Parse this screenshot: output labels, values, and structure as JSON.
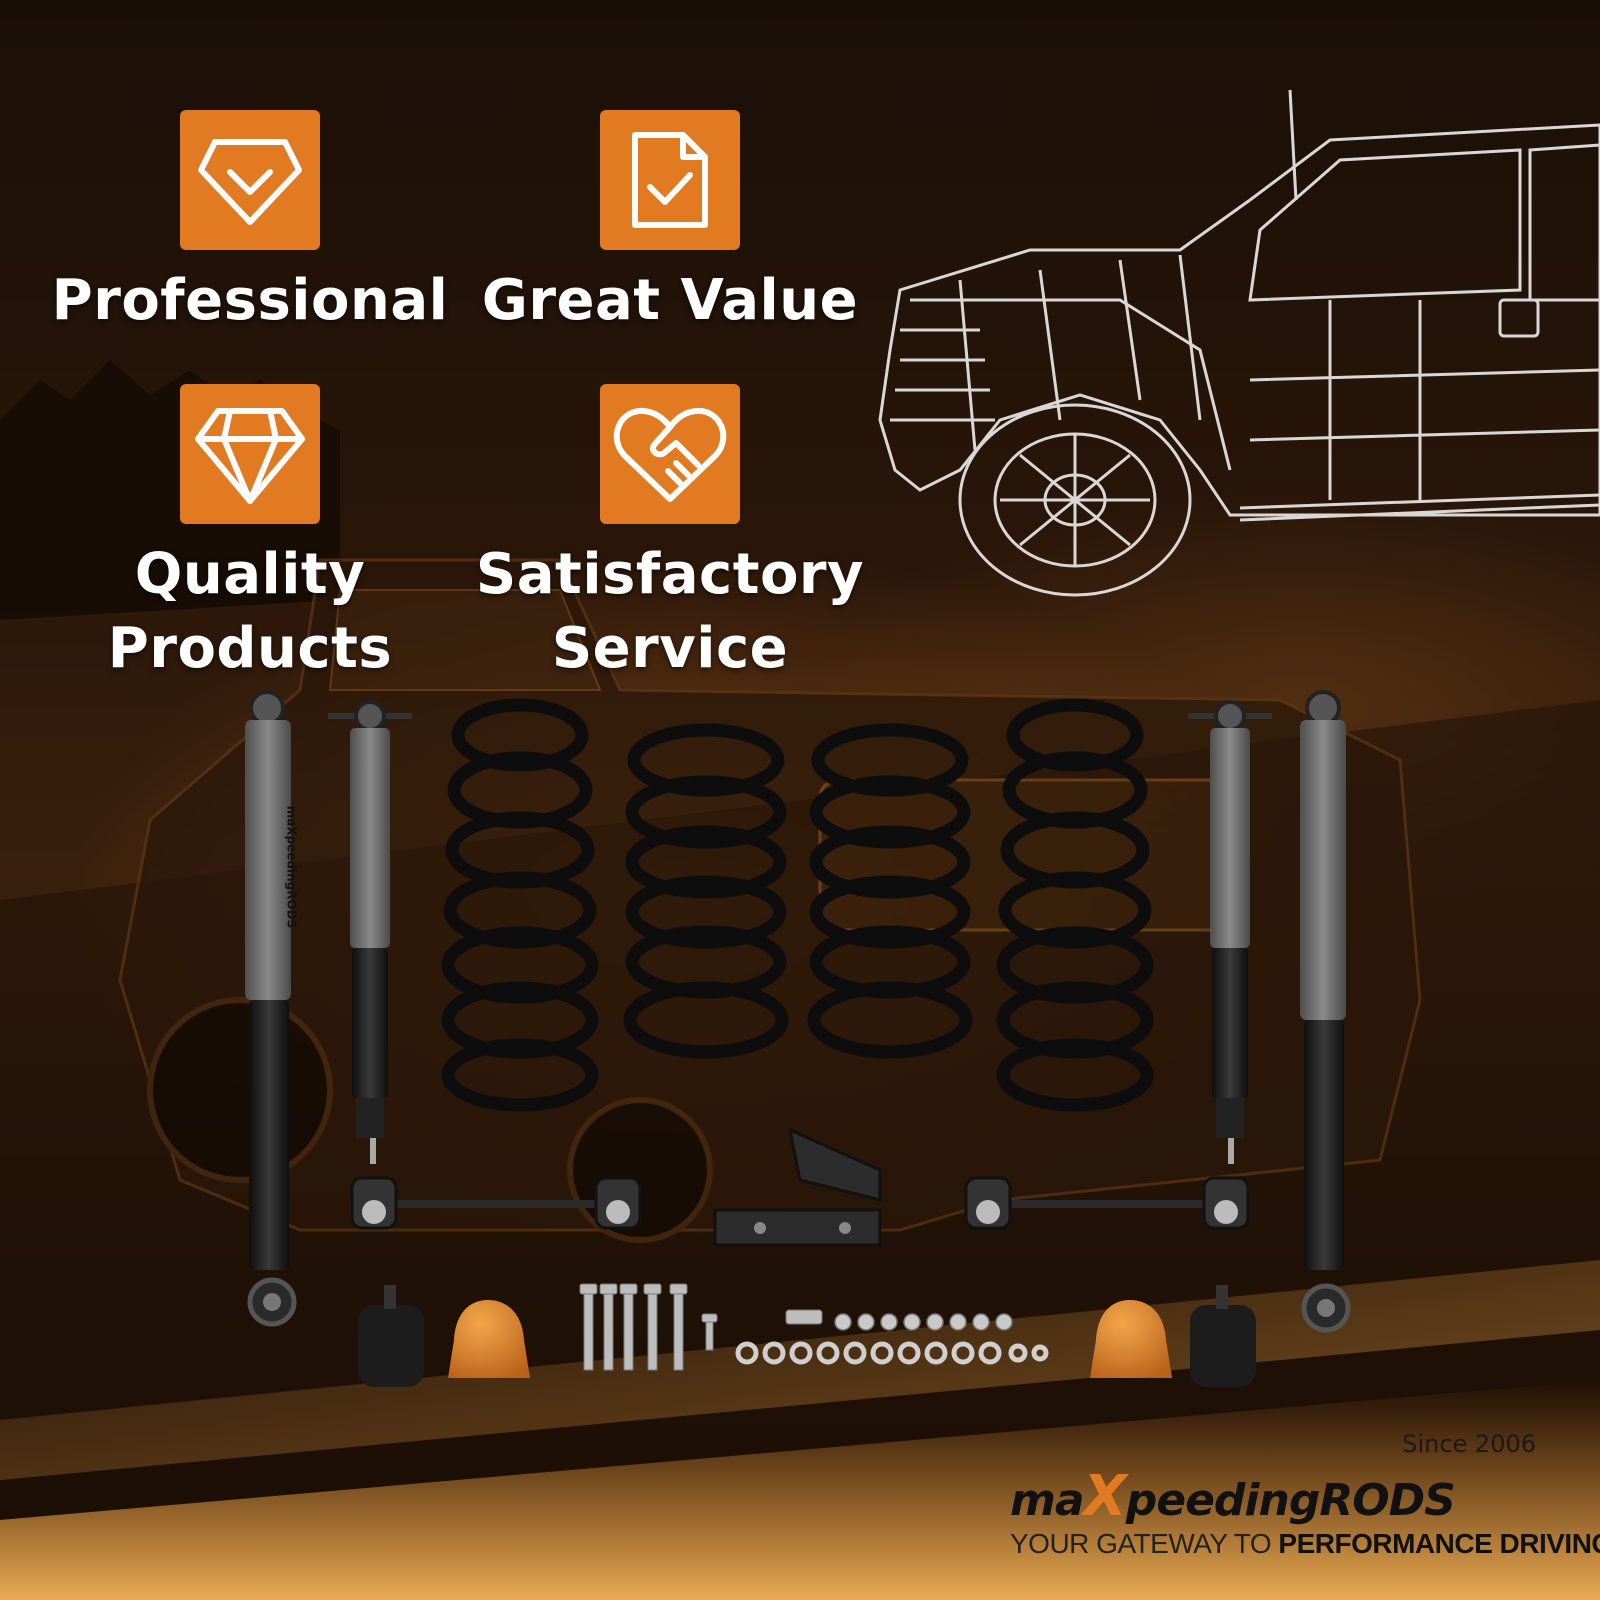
{
  "features": [
    {
      "icon": "diamond-check-icon",
      "lines": [
        "Professional"
      ]
    },
    {
      "icon": "document-check-icon",
      "lines": [
        "Great Value"
      ]
    },
    {
      "icon": "diamond-gem-icon",
      "lines": [
        "Quality",
        "Products"
      ]
    },
    {
      "icon": "heart-handshake-icon",
      "lines": [
        "Satisfactory",
        "Service"
      ]
    }
  ],
  "brand": {
    "since": "Since 2006",
    "name_part1": "ma",
    "name_x": "X",
    "name_part2": "peedingRODS",
    "tagline_plain": "YOUR GATEWAY TO ",
    "tagline_bold": "PERFORMANCE DRIVING",
    "shock_logo_text": "maXpeedingRODS"
  },
  "colors": {
    "accent": "#e27a22",
    "text": "#ffffff",
    "parts": "#1b1b1b",
    "shock_body": "#6b6b6b",
    "bump_stop": "#e08a2e"
  }
}
